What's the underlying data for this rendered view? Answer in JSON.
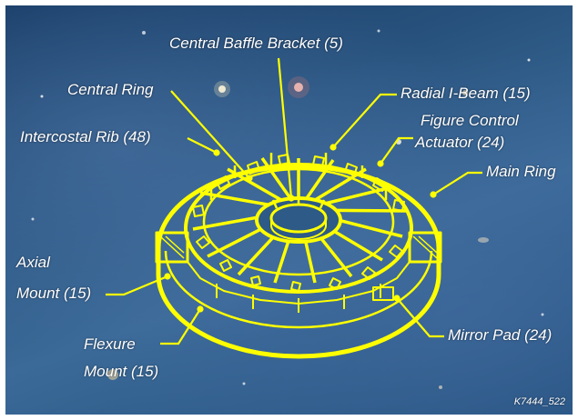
{
  "labels": {
    "central_baffle_bracket": "Central Baffle Bracket (5)",
    "central_ring": "Central Ring",
    "radial_i_beam": "Radial I-Beam (15)",
    "intercostal_rib": "Intercostal Rib (48)",
    "figure_control_actuator_line1": "Figure Control",
    "figure_control_actuator_line2": "Actuator (24)",
    "main_ring": "Main Ring",
    "axial_mount_line1": "Axial",
    "axial_mount_line2": "Mount (15)",
    "mirror_pad": "Mirror Pad (24)",
    "flexure_mount_line1": "Flexure",
    "flexure_mount_line2": "Mount (15)",
    "figure_id": "K7444_522"
  },
  "colors": {
    "line_art": "#ffff00",
    "label_text": "#ffffff",
    "background": "#2b5682"
  }
}
